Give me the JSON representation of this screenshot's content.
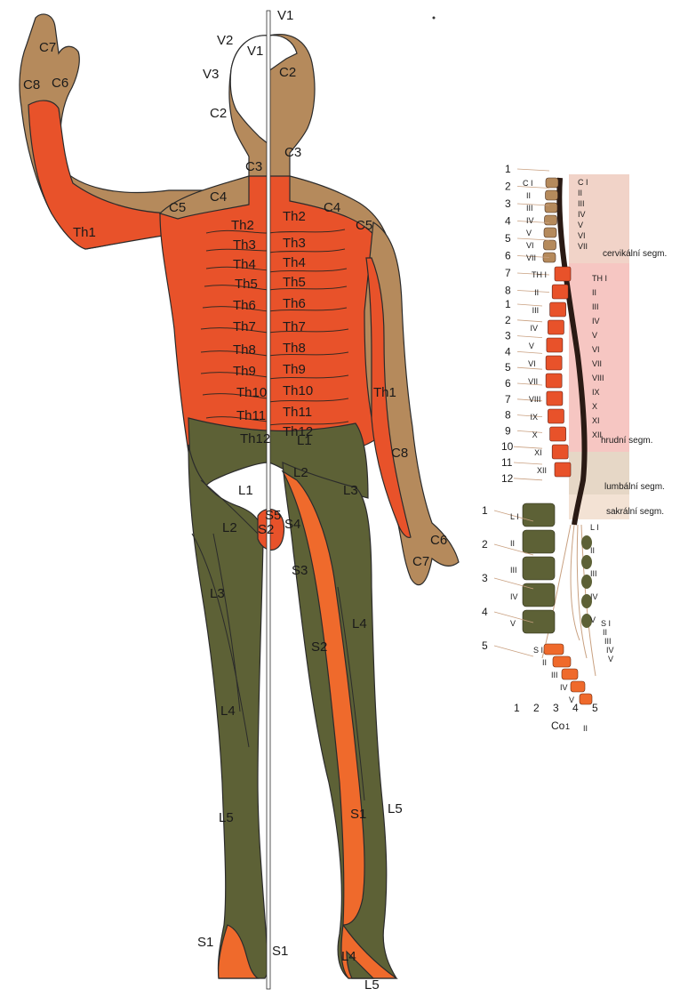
{
  "colors": {
    "cervical": "#b58a5c",
    "thoracic": "#e8522a",
    "lumbar": "#5d6136",
    "sacral": "#ef6a2c",
    "face": "#ffffff",
    "outline": "#2b2b2b",
    "background": "#ffffff"
  },
  "body_labels": {
    "v1_top": "V1",
    "v1_face": "V1",
    "v2": "V2",
    "v3": "V3",
    "c2_left": "C2",
    "c2_right": "C2",
    "c3_left": "C3",
    "c3_right": "C3",
    "c4_left": "C4",
    "c4_right": "C4",
    "c5_left": "C5",
    "c5_right": "C5",
    "c6_left": "C6",
    "c6_right": "C6",
    "c7_left": "C7",
    "c7_right": "C7",
    "c8_left": "C8",
    "c8_right": "C8",
    "th1_left": "Th1",
    "th1_right": "Th1",
    "th_left": [
      "Th2",
      "Th3",
      "Th4",
      "Th5",
      "Th6",
      "Th7",
      "Th8",
      "Th9",
      "Th10",
      "Th11",
      "Th12"
    ],
    "th_right": [
      "Th2",
      "Th3",
      "Th4",
      "Th5",
      "Th6",
      "Th7",
      "Th8",
      "Th9",
      "Th10",
      "Th11",
      "Th12"
    ],
    "l1_left": "L1",
    "l1_right": "L1",
    "l2_left": "L2",
    "l2_right": "L2",
    "l3_left": "L3",
    "l3_right": "L3",
    "l4_left": "L4",
    "l4_right": "L4",
    "l4_foot": "L4",
    "l5_left": "L5",
    "l5_right": "L5",
    "l5_foot": "L5",
    "s1_foot_left": "S1",
    "s1_foot_mid": "S1",
    "s1_leg_right": "S1",
    "s2_left": "S2",
    "s2_right": "S2",
    "s3": "S3",
    "s4": "S4",
    "s5": "S5"
  },
  "spine": {
    "left_numbers": [
      "1",
      "2",
      "3",
      "4",
      "5",
      "6",
      "7",
      "8",
      "1",
      "2",
      "3",
      "4",
      "5",
      "6",
      "7",
      "8",
      "9",
      "10",
      "11",
      "12",
      "1",
      "2",
      "3",
      "4",
      "5",
      "1",
      "2",
      "3",
      "4",
      "5"
    ],
    "cervical_vertebrae": [
      "C I",
      "II",
      "III",
      "IV",
      "V",
      "VI",
      "VII"
    ],
    "thoracic_vertebrae": [
      "TH I",
      "II",
      "III",
      "IV",
      "V",
      "VI",
      "VII",
      "VIII",
      "IX",
      "X",
      "XI",
      "XII"
    ],
    "lumbar_vertebrae": [
      "L I",
      "II",
      "III",
      "IV",
      "V"
    ],
    "sacral_vertebrae": [
      "S I",
      "II",
      "III",
      "IV",
      "V"
    ],
    "coccyx_label": "Co",
    "coccyx_numbers": [
      "1",
      "II"
    ],
    "cord_cervical": [
      "C I",
      "II",
      "III",
      "IV",
      "V",
      "VI",
      "VII"
    ],
    "cord_thoracic": [
      "TH I",
      "II",
      "III",
      "IV",
      "V",
      "VI",
      "VII",
      "VIII",
      "IX",
      "X",
      "XI",
      "XII"
    ],
    "cord_lumbar": [
      "L I",
      "II",
      "III",
      "IV",
      "V"
    ],
    "cord_sacral": [
      "S I",
      "II",
      "III",
      "IV",
      "V"
    ],
    "region_labels": {
      "cervical": "cervikální segm.",
      "thoracic": "hrudní segm.",
      "lumbar": "lumbální segm.",
      "sacral": "sakrální segm."
    }
  }
}
